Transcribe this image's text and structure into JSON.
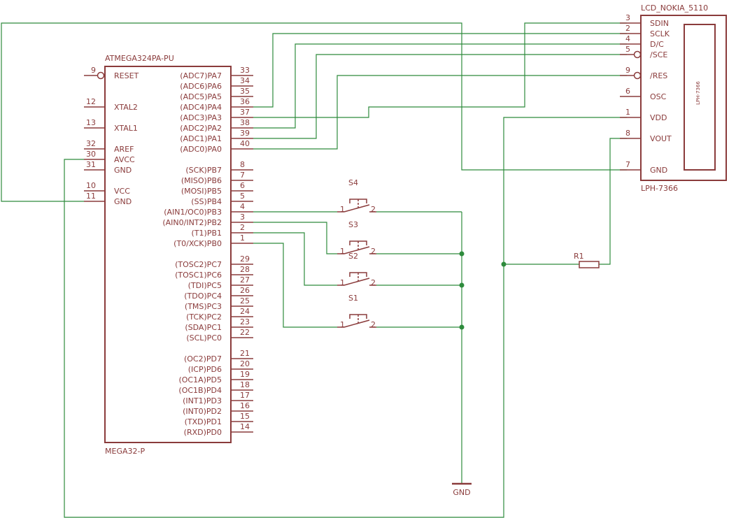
{
  "mcu": {
    "name": "ATMEGA324PA-PU",
    "value": "MEGA32-P",
    "left_pins": [
      {
        "num": "9",
        "label": "RESET",
        "inverted": true
      },
      {
        "num": "12",
        "label": "XTAL2"
      },
      {
        "num": "13",
        "label": "XTAL1"
      },
      {
        "num": "32",
        "label": "AREF"
      },
      {
        "num": "30",
        "label": "AVCC"
      },
      {
        "num": "31",
        "label": "GND"
      },
      {
        "num": "10",
        "label": "VCC"
      },
      {
        "num": "11",
        "label": "GND"
      }
    ],
    "right_pins": [
      {
        "num": "33",
        "label": "(ADC7)PA7"
      },
      {
        "num": "34",
        "label": "(ADC6)PA6"
      },
      {
        "num": "35",
        "label": "(ADC5)PA5"
      },
      {
        "num": "36",
        "label": "(ADC4)PA4"
      },
      {
        "num": "37",
        "label": "(ADC3)PA3"
      },
      {
        "num": "38",
        "label": "(ADC2)PA2"
      },
      {
        "num": "39",
        "label": "(ADC1)PA1"
      },
      {
        "num": "40",
        "label": "(ADC0)PA0"
      },
      {
        "num": "8",
        "label": "(SCK)PB7"
      },
      {
        "num": "7",
        "label": "(MISO)PB6"
      },
      {
        "num": "6",
        "label": "(MOSI)PB5"
      },
      {
        "num": "5",
        "label": "(SS)PB4"
      },
      {
        "num": "4",
        "label": "(AIN1/OC0)PB3"
      },
      {
        "num": "3",
        "label": "(AIN0/INT2)PB2"
      },
      {
        "num": "2",
        "label": "(T1)PB1"
      },
      {
        "num": "1",
        "label": "(T0/XCK)PB0"
      },
      {
        "num": "29",
        "label": "(TOSC2)PC7"
      },
      {
        "num": "28",
        "label": "(TOSC1)PC6"
      },
      {
        "num": "27",
        "label": "(TDI)PC5"
      },
      {
        "num": "26",
        "label": "(TDO)PC4"
      },
      {
        "num": "25",
        "label": "(TMS)PC3"
      },
      {
        "num": "24",
        "label": "(TCK)PC2"
      },
      {
        "num": "23",
        "label": "(SDA)PC1"
      },
      {
        "num": "22",
        "label": "(SCL)PC0"
      },
      {
        "num": "21",
        "label": "(OC2)PD7"
      },
      {
        "num": "20",
        "label": "(ICP)PD6"
      },
      {
        "num": "19",
        "label": "(OC1A)PD5"
      },
      {
        "num": "18",
        "label": "(OC1B)PD4"
      },
      {
        "num": "17",
        "label": "(INT1)PD3"
      },
      {
        "num": "16",
        "label": "(INT0)PD2"
      },
      {
        "num": "15",
        "label": "(TXD)PD1"
      },
      {
        "num": "14",
        "label": "(RXD)PD0"
      }
    ]
  },
  "lcd": {
    "name": "LCD_NOKIA_5110",
    "value": "LPH-7366",
    "screen_label": "LPH-7366",
    "pins": [
      {
        "num": "3",
        "label": "SDIN"
      },
      {
        "num": "2",
        "label": "SCLK"
      },
      {
        "num": "4",
        "label": "D/C"
      },
      {
        "num": "5",
        "label": "/SCE",
        "inverted": true
      },
      {
        "num": "9",
        "label": "/RES",
        "inverted": true
      },
      {
        "num": "6",
        "label": "OSC"
      },
      {
        "num": "1",
        "label": "VDD"
      },
      {
        "num": "8",
        "label": "VOUT"
      },
      {
        "num": "7",
        "label": "GND"
      }
    ]
  },
  "switches": [
    {
      "name": "S4",
      "pin1": "1",
      "pin2": "2"
    },
    {
      "name": "S3",
      "pin1": "1",
      "pin2": "2"
    },
    {
      "name": "S2",
      "pin1": "1",
      "pin2": "2"
    },
    {
      "name": "S1",
      "pin1": "1",
      "pin2": "2"
    }
  ],
  "resistor": {
    "name": "R1"
  },
  "ground": {
    "label": "GND"
  },
  "colors": {
    "component": "#8a3b3b",
    "wire": "#2e8b3c"
  }
}
